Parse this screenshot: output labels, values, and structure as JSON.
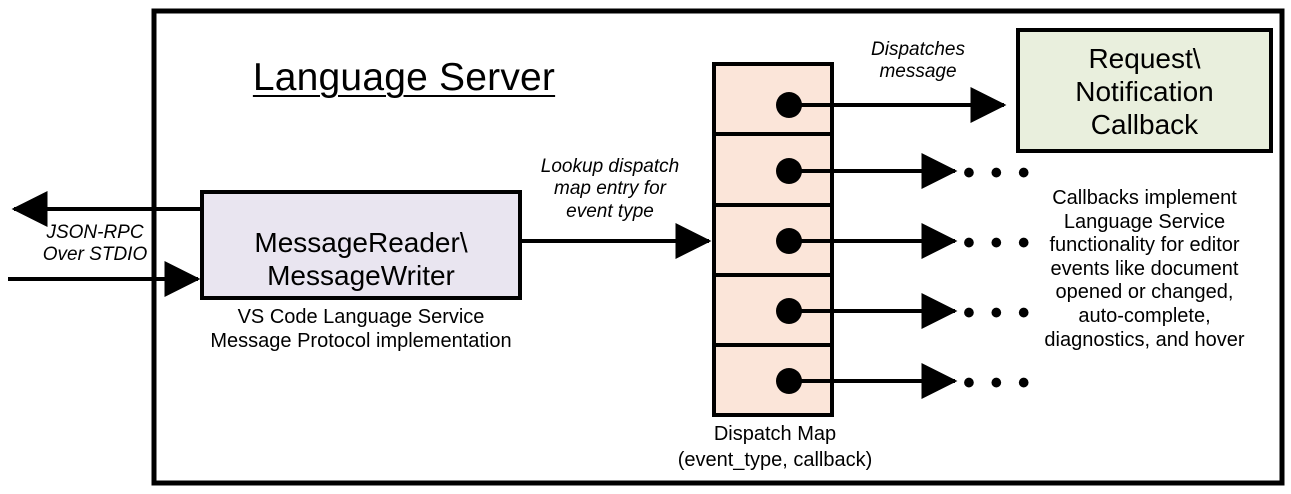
{
  "diagram": {
    "title": "Language Server",
    "frame": {
      "name": "language-server-boundary"
    },
    "colors": {
      "outline": "#000000",
      "message_box_fill": "#e9e5f0",
      "dispatch_cell_fill": "#fbe5d9",
      "callback_box_fill": "#e9efdd",
      "background": "#ffffff"
    },
    "nodes": {
      "message_io": {
        "label": "MessageReader\\\nMessageWriter",
        "caption": "VS Code Language Service\nMessage Protocol implementation"
      },
      "dispatch_map": {
        "caption_line1": "Dispatch Map",
        "caption_line2": "(event_type, callback)",
        "row_count": 5,
        "rows": [
          {
            "name": "dispatch-row-1",
            "marker": "callback-dot"
          },
          {
            "name": "dispatch-row-2",
            "marker": "callback-dot"
          },
          {
            "name": "dispatch-row-3",
            "marker": "callback-dot"
          },
          {
            "name": "dispatch-row-4",
            "marker": "callback-dot"
          },
          {
            "name": "dispatch-row-5",
            "marker": "callback-dot"
          }
        ]
      },
      "callback": {
        "label": "Request\\\nNotification\nCallback",
        "caption": "Callbacks implement\nLanguage Service\nfunctionality for editor\nevents like document\nopened or changed,\nauto-complete,\ndiagnostics, and hover"
      }
    },
    "edges": {
      "transport": "JSON-RPC\nOver STDIO",
      "lookup": "Lookup dispatch\nmap entry for\nevent type",
      "dispatch": "Dispatches\nmessage"
    },
    "ellipses": [
      "• • •",
      "• • •",
      "• • •",
      "• • •"
    ]
  }
}
